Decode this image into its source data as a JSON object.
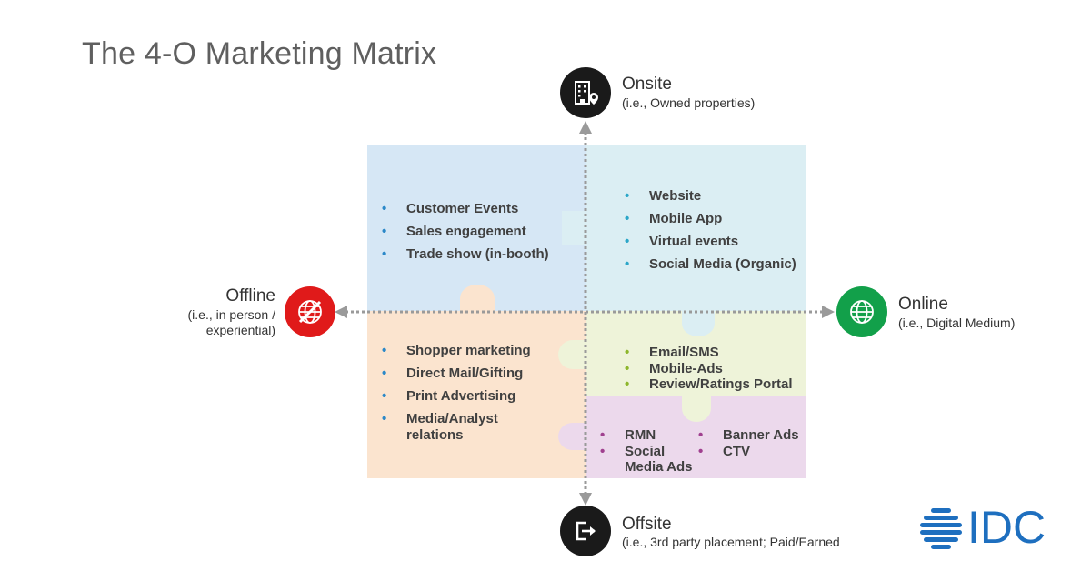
{
  "title": "The 4-O Marketing Matrix",
  "colors": {
    "onsite_circle": "#1a1a1a",
    "offsite_circle": "#1a1a1a",
    "offline_circle": "#e01a1a",
    "online_circle": "#12a04a",
    "axis": "#9a9a9a",
    "idc_blue": "#1e6fbf"
  },
  "axes": {
    "top": {
      "label": "Onsite",
      "sub": "(i.e., Owned properties)",
      "icon": "building-pin-icon"
    },
    "bottom": {
      "label": "Offsite",
      "sub": "(i.e., 3rd party placement; Paid/Earned",
      "icon": "exit-arrow-icon"
    },
    "left": {
      "label": "Offline",
      "sub1": "(i.e., in person /",
      "sub2": "experiential)",
      "icon": "globe-crossed-icon"
    },
    "right": {
      "label": "Online",
      "sub": "(i.e., Digital Medium)",
      "icon": "globe-icon"
    }
  },
  "quadrants": {
    "top_left": {
      "bullet_color": "#2b88c8",
      "items": [
        "Customer Events",
        "Sales engagement",
        "Trade show (in-booth)"
      ]
    },
    "top_right": {
      "bullet_color": "#2ba6c8",
      "items": [
        "Website",
        "Mobile App",
        "Virtual events",
        "Social Media (Organic)"
      ]
    },
    "bottom_left": {
      "bullet_color": "#2b88c8",
      "items": [
        "Shopper marketing",
        "Direct Mail/Gifting",
        "Print Advertising",
        "Media/Analyst",
        "relations"
      ]
    },
    "middle_right": {
      "bullet_color": "#8db62b",
      "items": [
        "Email/SMS",
        "Mobile-Ads",
        "Review/Ratings Portal"
      ]
    },
    "bottom_right": {
      "bullet_color": "#a0408f",
      "col1": [
        "RMN",
        "Social",
        "Media Ads"
      ],
      "col2": [
        "Banner Ads",
        "CTV"
      ]
    }
  },
  "logo": {
    "text": "IDC"
  }
}
